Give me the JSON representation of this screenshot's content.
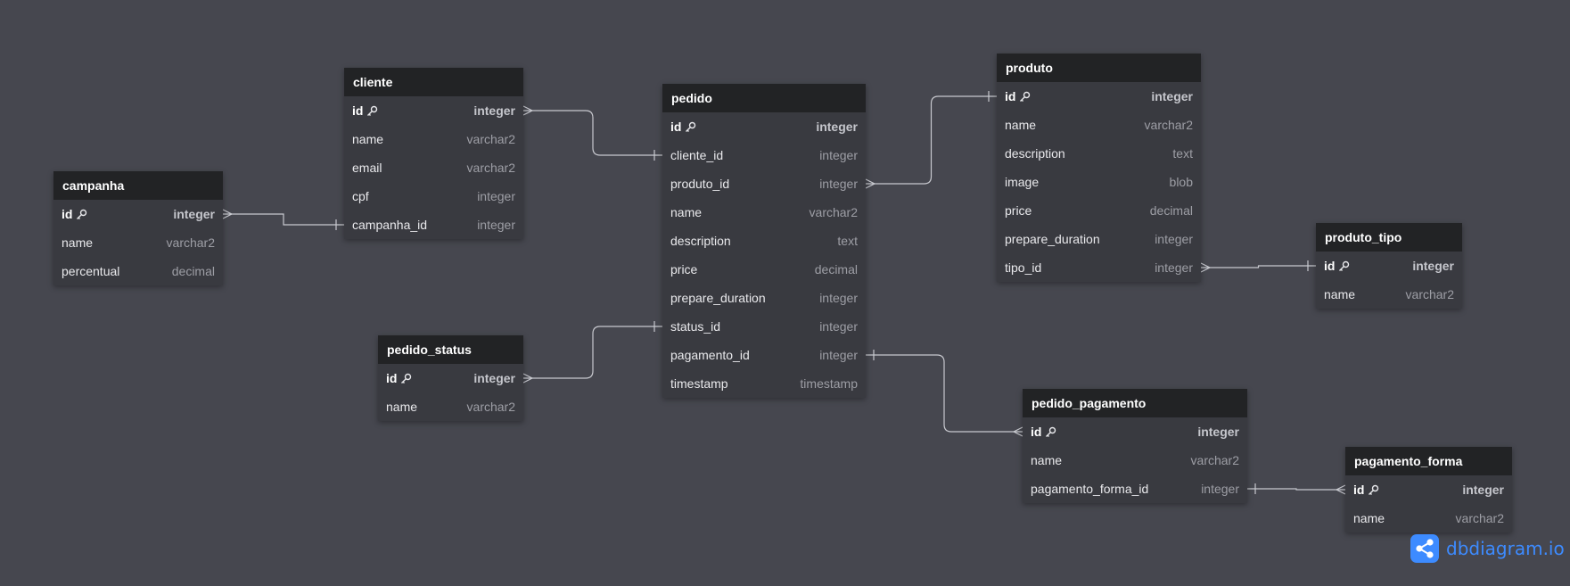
{
  "tables": [
    {
      "key": "campanha",
      "title": "campanha",
      "fields": [
        {
          "name": "id",
          "type": "integer",
          "pk": true
        },
        {
          "name": "name",
          "type": "varchar2"
        },
        {
          "name": "percentual",
          "type": "decimal"
        }
      ]
    },
    {
      "key": "cliente",
      "title": "cliente",
      "fields": [
        {
          "name": "id",
          "type": "integer",
          "pk": true
        },
        {
          "name": "name",
          "type": "varchar2"
        },
        {
          "name": "email",
          "type": "varchar2"
        },
        {
          "name": "cpf",
          "type": "integer"
        },
        {
          "name": "campanha_id",
          "type": "integer"
        }
      ]
    },
    {
      "key": "pedido_status",
      "title": "pedido_status",
      "fields": [
        {
          "name": "id",
          "type": "integer",
          "pk": true
        },
        {
          "name": "name",
          "type": "varchar2"
        }
      ]
    },
    {
      "key": "pedido",
      "title": "pedido",
      "fields": [
        {
          "name": "id",
          "type": "integer",
          "pk": true
        },
        {
          "name": "cliente_id",
          "type": "integer"
        },
        {
          "name": "produto_id",
          "type": "integer"
        },
        {
          "name": "name",
          "type": "varchar2"
        },
        {
          "name": "description",
          "type": "text"
        },
        {
          "name": "price",
          "type": "decimal"
        },
        {
          "name": "prepare_duration",
          "type": "integer"
        },
        {
          "name": "status_id",
          "type": "integer"
        },
        {
          "name": "pagamento_id",
          "type": "integer"
        },
        {
          "name": "timestamp",
          "type": "timestamp"
        }
      ]
    },
    {
      "key": "produto",
      "title": "produto",
      "fields": [
        {
          "name": "id",
          "type": "integer",
          "pk": true
        },
        {
          "name": "name",
          "type": "varchar2"
        },
        {
          "name": "description",
          "type": "text"
        },
        {
          "name": "image",
          "type": "blob"
        },
        {
          "name": "price",
          "type": "decimal"
        },
        {
          "name": "prepare_duration",
          "type": "integer"
        },
        {
          "name": "tipo_id",
          "type": "integer"
        }
      ]
    },
    {
      "key": "produto_tipo",
      "title": "produto_tipo",
      "fields": [
        {
          "name": "id",
          "type": "integer",
          "pk": true
        },
        {
          "name": "name",
          "type": "varchar2"
        }
      ]
    },
    {
      "key": "pedido_pagamento",
      "title": "pedido_pagamento",
      "fields": [
        {
          "name": "id",
          "type": "integer",
          "pk": true
        },
        {
          "name": "name",
          "type": "varchar2"
        },
        {
          "name": "pagamento_forma_id",
          "type": "integer"
        }
      ]
    },
    {
      "key": "pagamento_forma",
      "title": "pagamento_forma",
      "fields": [
        {
          "name": "id",
          "type": "integer",
          "pk": true
        },
        {
          "name": "name",
          "type": "varchar2"
        }
      ]
    }
  ],
  "relationships": [
    {
      "from": "cliente.id",
      "from_card": "many",
      "to": "pedido.cliente_id",
      "to_card": "one"
    },
    {
      "from": "campanha.id",
      "from_card": "many",
      "to": "cliente.campanha_id",
      "to_card": "one"
    },
    {
      "from": "pedido_status.id",
      "from_card": "many",
      "to": "pedido.status_id",
      "to_card": "one"
    },
    {
      "from": "pedido.produto_id",
      "from_card": "many",
      "to": "produto.id",
      "to_card": "one"
    },
    {
      "from": "produto.tipo_id",
      "from_card": "many",
      "to": "produto_tipo.id",
      "to_card": "one"
    },
    {
      "from": "pedido.pagamento_id",
      "from_card": "one",
      "to": "pedido_pagamento.id",
      "to_card": "many"
    },
    {
      "from": "pedido_pagamento.pagamento_forma_id",
      "from_card": "one",
      "to": "pagamento_forma.id",
      "to_card": "many"
    }
  ],
  "brand": {
    "name": "dbdiagram",
    "suffix": ".io",
    "icon": "share-graph-icon"
  },
  "colors": {
    "background": "#46474f",
    "header": "#222325",
    "body": "#393a40",
    "line": "#c8c9cf",
    "brand": "#3d8bff"
  }
}
